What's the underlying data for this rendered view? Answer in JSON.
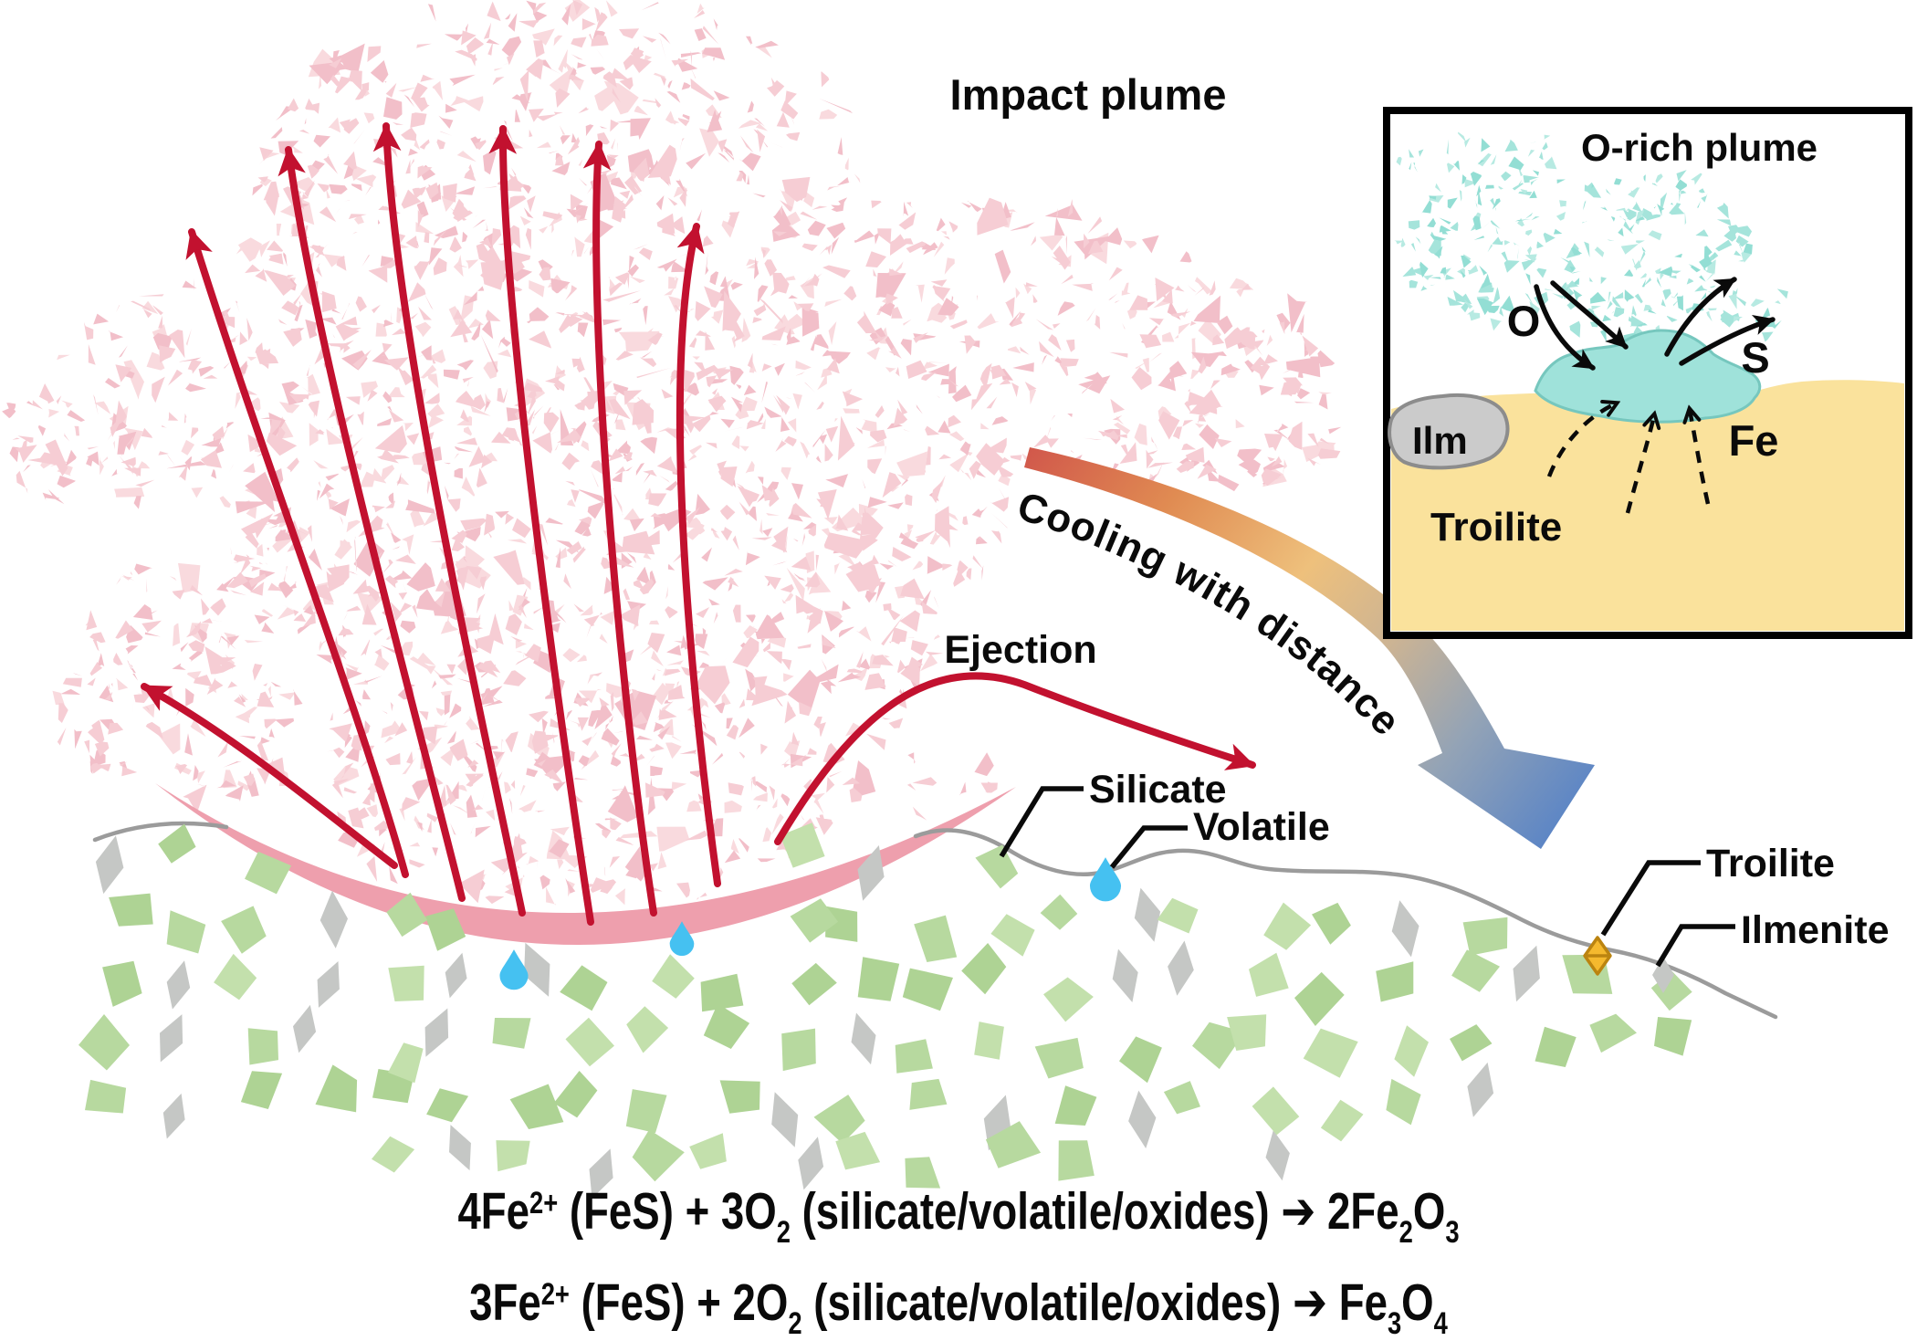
{
  "figure": {
    "title": "Impact plume",
    "labels": {
      "ejection": "Ejection",
      "cooling": "Cooling with distance",
      "silicate": "Silicate",
      "volatile": "Volatile",
      "troilite": "Troilite",
      "ilmenite": "Ilmenite"
    },
    "inset": {
      "title": "O-rich plume",
      "oxygen": "O",
      "sulfur": "S",
      "ilmenite_abbr": "Ilm",
      "iron": "Fe",
      "troilite": "Troilite"
    },
    "equations": [
      {
        "parts": [
          [
            "t",
            "4Fe"
          ],
          [
            "sup",
            "2+"
          ],
          [
            "t",
            " (FeS) + 3O"
          ],
          [
            "sub",
            "2"
          ],
          [
            "t",
            " (silicate/volatile/oxides) ➔ 2Fe"
          ],
          [
            "sub",
            "2"
          ],
          [
            "t",
            "O"
          ],
          [
            "sub",
            "3"
          ]
        ]
      },
      {
        "parts": [
          [
            "t",
            "3Fe"
          ],
          [
            "sup",
            "2+"
          ],
          [
            "t",
            " (FeS) + 2O"
          ],
          [
            "sub",
            "2"
          ],
          [
            "t",
            " (silicate/volatile/oxides) ➔ Fe"
          ],
          [
            "sub",
            "3"
          ],
          [
            "t",
            "O"
          ],
          [
            "sub",
            "4"
          ]
        ]
      }
    ],
    "icons": {
      "volatile_droplet": "water-droplet",
      "troilite_crystal": "gold-octahedron-diamond",
      "ilmenite_grain": "gray-rhombus",
      "cooling_arrow": "curved-gradient-arrow",
      "ejecta_arrows": "red-curved-arrows"
    },
    "palette": {
      "background": "#ffffff",
      "text": "#0a0a0a",
      "plume_pink": [
        "#f6cdd4",
        "#f2bfc9",
        "#f9dade"
      ],
      "arrow_red": "#c2112f",
      "melt_pink": "#ee9fad",
      "surface_gray": "#9b9b9b",
      "grain_green": [
        "#b7d99f",
        "#c3e0ac",
        "#aed394"
      ],
      "grain_gray": "#c5c7c5",
      "droplet_blue": "#45c1f1",
      "troilite_gold": "#f5b92e",
      "troilite_gold_stroke": "#bb8410",
      "inset_teal": [
        "#a5e4db",
        "#93ded4",
        "#b7eae2"
      ],
      "inset_blob": "#9fe2da",
      "inset_blob_stroke": "#76c7be",
      "inset_yellow": "#fae29c",
      "ilm_gray": "#cbcbcb",
      "ilm_stroke": "#8c8c8c",
      "cooling_gradient": [
        "#d1584b",
        "#e08b52",
        "#eec07c",
        "#cdb493",
        "#93a3b6",
        "#5d86c5"
      ]
    }
  }
}
